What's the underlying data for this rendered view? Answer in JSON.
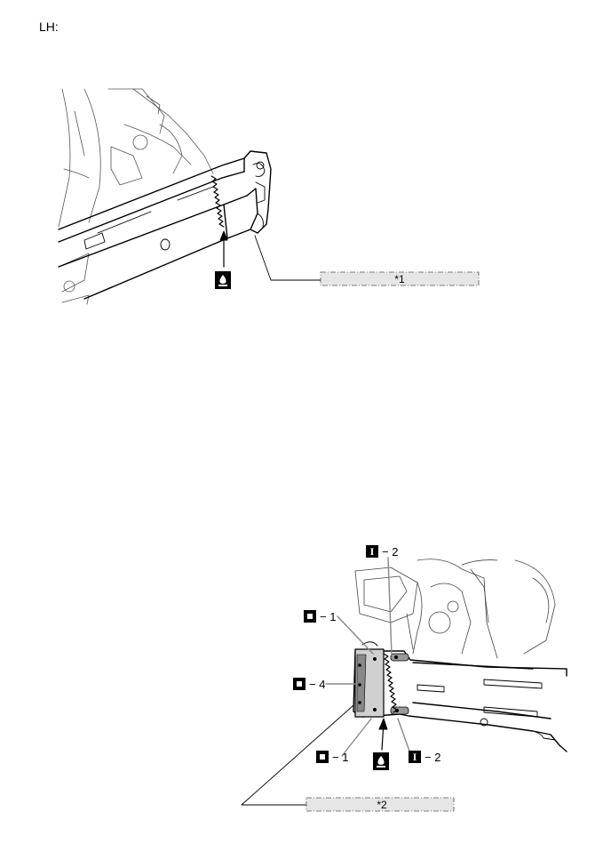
{
  "heading": "LH:",
  "figure_top": {
    "callout": "*1",
    "weld_symbol_icon": "weld-seam-symbol"
  },
  "figure_bottom": {
    "callout": "*2",
    "labels": {
      "inner_top": "− 2",
      "outer_top": "− 1",
      "outer_side": "− 4",
      "outer_bottom": "− 1",
      "inner_bottom": "− 2"
    },
    "symbol_letters": {
      "inner": "I",
      "outer": "O"
    }
  }
}
